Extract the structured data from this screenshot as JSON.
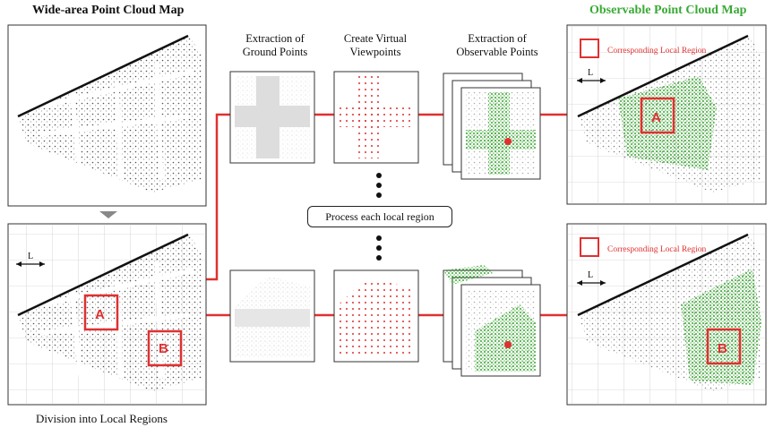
{
  "titles": {
    "left": "Wide-area Point Cloud Map",
    "right": "Observable Point Cloud Map"
  },
  "caption": "Division into Local Regions",
  "steps": [
    {
      "line1": "Extraction of",
      "line2": "Ground Points"
    },
    {
      "line1": "Create Virtual",
      "line2": "Viewpoints"
    },
    {
      "line1": "Extraction of",
      "line2": "Observable Points"
    }
  ],
  "process_label": "Process each local region",
  "region_labels": {
    "a": "A",
    "b": "B"
  },
  "corresponding_label": "Corresponding Local Region",
  "scale_label": "L",
  "colors": {
    "flow_red": "#e03030",
    "observable_green": "#3aa935",
    "point_dark": "#222222"
  }
}
